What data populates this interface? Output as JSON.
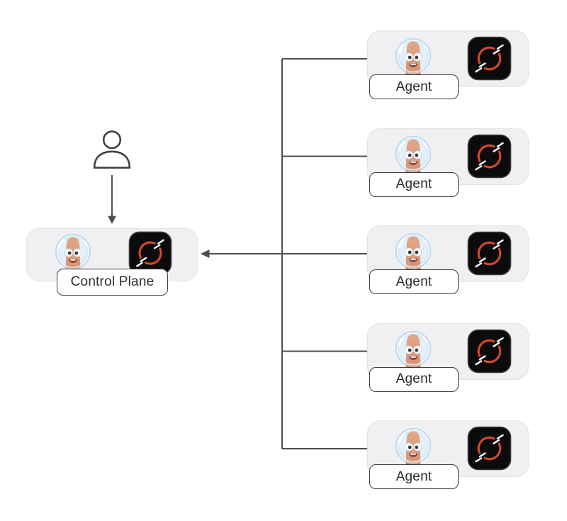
{
  "diagram": {
    "type": "topology",
    "nodes": {
      "user": {
        "icon": "person-icon"
      },
      "control_plane": {
        "label": "Control Plane",
        "mascot_icon": "astronaut-worm-mascot-icon",
        "logo_icon": "red-circle-slashes-logo-icon"
      },
      "agents": [
        {
          "label": "Agent",
          "mascot_icon": "astronaut-worm-mascot-icon",
          "logo_icon": "red-circle-slashes-logo-icon"
        },
        {
          "label": "Agent",
          "mascot_icon": "astronaut-worm-mascot-icon",
          "logo_icon": "red-circle-slashes-logo-icon"
        },
        {
          "label": "Agent",
          "mascot_icon": "astronaut-worm-mascot-icon",
          "logo_icon": "red-circle-slashes-logo-icon"
        },
        {
          "label": "Agent",
          "mascot_icon": "astronaut-worm-mascot-icon",
          "logo_icon": "red-circle-slashes-logo-icon"
        },
        {
          "label": "Agent",
          "mascot_icon": "astronaut-worm-mascot-icon",
          "logo_icon": "red-circle-slashes-logo-icon"
        }
      ]
    },
    "edges": [
      {
        "from": "user",
        "to": "control_plane",
        "arrow": "down"
      },
      {
        "from": "agents",
        "to": "control_plane",
        "arrow": "left"
      }
    ],
    "colors": {
      "pill_bg": "#f0f0f3",
      "pill_border": "#e2e3e8",
      "label_border": "#3e3e3e",
      "label_text": "#2d2d2d",
      "line": "#4f4f4f",
      "logo_bg": "#0b0b0b",
      "logo_red": "#d5462d",
      "logo_slash": "#ffffff",
      "mascot_body": "#dd8560",
      "mascot_helmet": "#d9eaf6"
    }
  }
}
